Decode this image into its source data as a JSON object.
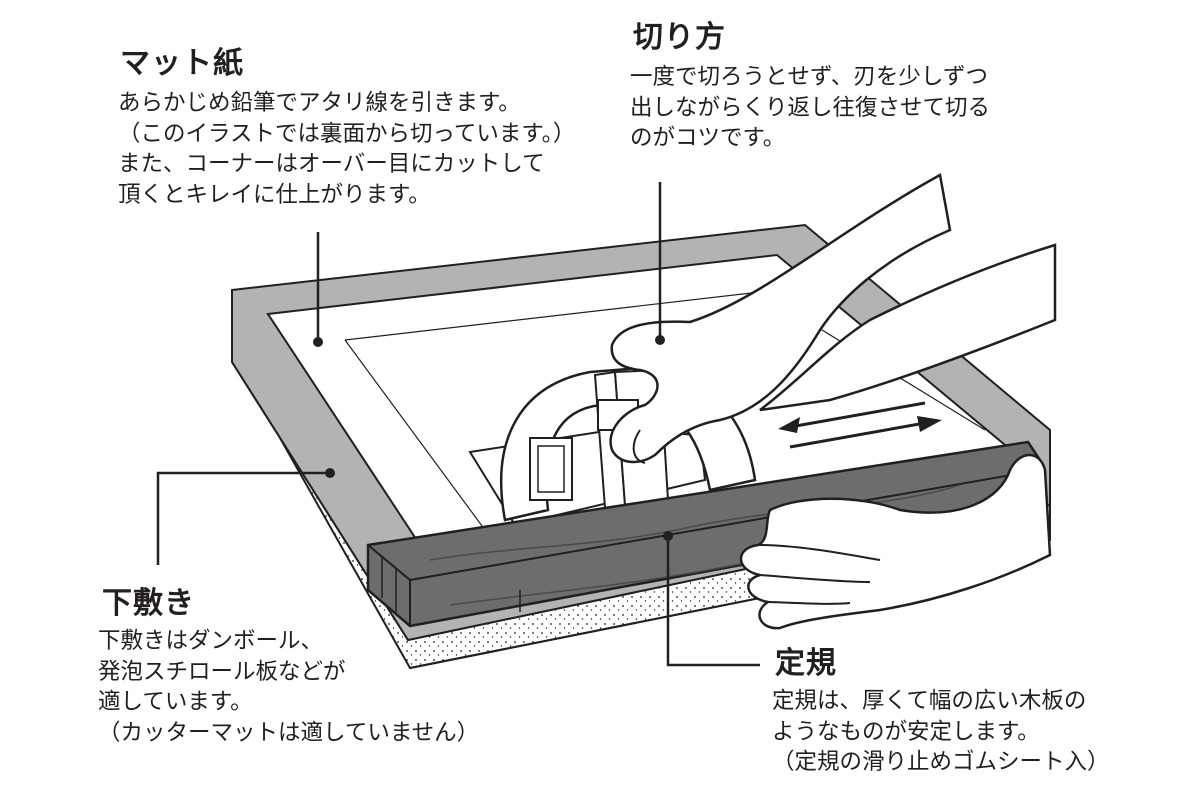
{
  "mat": {
    "title": "マット紙",
    "lines": [
      "あらかじめ鉛筆でアタリ線を引きます。",
      "（このイラストでは裏面から切っています。）",
      "また、コーナーはオーバー目にカットして",
      "頂くとキレイに仕上がります。"
    ]
  },
  "cut": {
    "title": "切り方",
    "lines": [
      "一度で切ろうとせず、刃を少しずつ",
      "出しながらくり返し往復させて切る",
      "のがコツです。"
    ]
  },
  "base": {
    "title": "下敷き",
    "lines": [
      "下敷きはダンボール、",
      "発泡スチロール板などが",
      "適しています。",
      "（カッターマットは適していません）"
    ]
  },
  "ruler": {
    "title": "定規",
    "lines": [
      "定規は、厚くて幅の広い木板の",
      "ようなものが安定します。",
      "（定規の滑り止めゴムシート入）"
    ]
  },
  "colors": {
    "ink": "#231f20",
    "mat_gray": "#b3b3b3",
    "ruler_gray": "#6d6d6d",
    "paper": "#ffffff"
  }
}
